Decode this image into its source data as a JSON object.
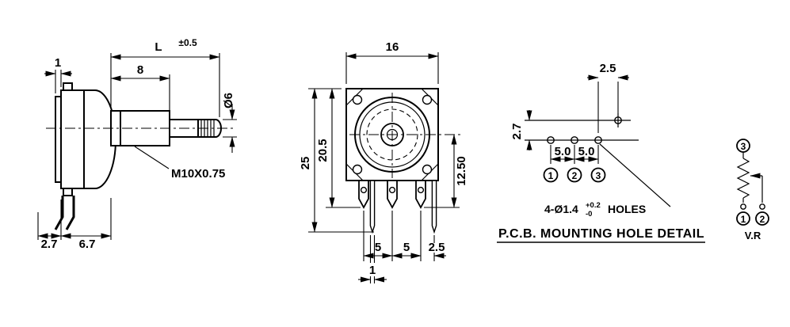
{
  "side_view": {
    "dim_lug_thickness": "1",
    "dim_bushing_length": "8",
    "dim_shaft_length_label": "L",
    "dim_shaft_length_tol": "±0.5",
    "dim_shaft_diameter": "Ø6",
    "thread_spec": "M10X0.75",
    "dim_pin_offset": "2.7",
    "dim_pin_to_face": "6.7"
  },
  "front_view": {
    "dim_body_width": "16",
    "dim_overall_height": "25",
    "dim_body_pin_height": "20.5",
    "dim_center_to_pin_tip": "12.50",
    "dim_pin_pitch_left": "5",
    "dim_pin_pitch_right": "5",
    "dim_side_tab_offset": "2.5",
    "dim_side_tab_width": "1"
  },
  "pcb_detail": {
    "dim_upper_hole_offset_x": "2.5",
    "dim_upper_hole_offset_y": "2.7",
    "dim_hole_pitch_left": "5.0",
    "dim_hole_pitch_right": "5.0",
    "pin_numbers": {
      "p1": "1",
      "p2": "2",
      "p3": "3"
    },
    "holes_note": "4-Ø1.4",
    "holes_tol_upper": "+0.2",
    "holes_tol_lower": "-0",
    "holes_note_suffix": "HOLES",
    "caption": "P.C.B. MOUNTING HOLE DETAIL"
  },
  "schematic": {
    "pin_top": "3",
    "pin_bottom_left": "1",
    "pin_bottom_right": "2",
    "label": "V.R"
  }
}
